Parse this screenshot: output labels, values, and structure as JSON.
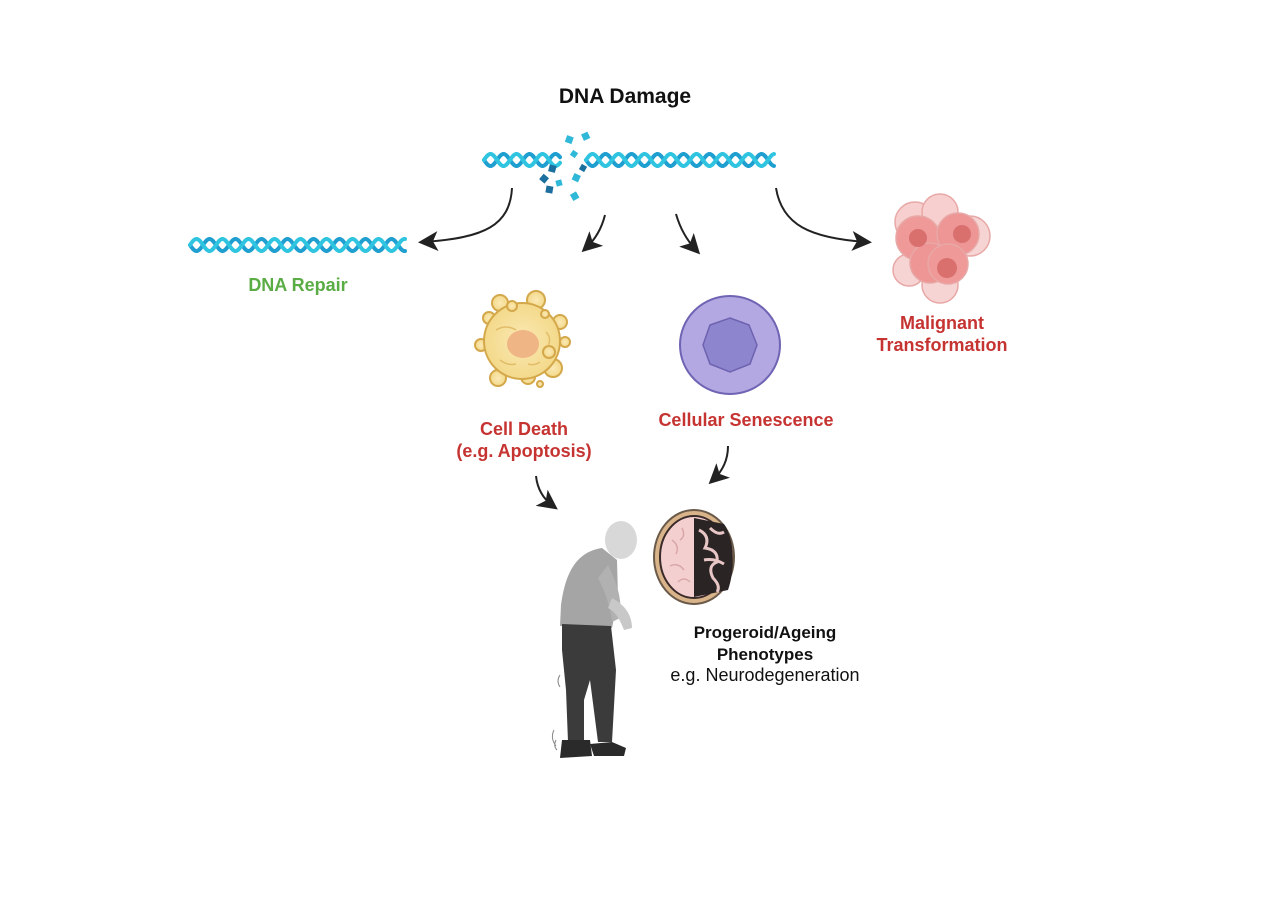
{
  "title": "DNA Damage",
  "outcomes": {
    "repair": "DNA Repair",
    "malignant_line1": "Malignant",
    "malignant_line2": "Transformation",
    "death_line1": "Cell Death",
    "death_line2": "(e.g. Apoptosis)",
    "senescence": "Cellular Senescence",
    "phenotype_line1": "Progeroid/Ageing",
    "phenotype_line2": "Phenotypes",
    "phenotype_example": "e.g. Neurodegeneration"
  },
  "colors": {
    "title": "#111111",
    "repair": "#5aac44",
    "adverse": "#c63432",
    "dna_strand_a": "#1f9fd0",
    "dna_strand_b": "#2fc4e0",
    "damage_fragments": "#1b6f9e",
    "apoptotic_cell": "#f6e3a6",
    "senescent_cell": "#a59ad8",
    "cancer_cell": "#ec8e8c",
    "person": "#9a9a9a",
    "arrow": "#222222"
  },
  "icons": [
    "dna-helix-icon",
    "apoptotic-cell-icon",
    "senescent-cell-icon",
    "tumor-cells-icon",
    "elderly-person-icon",
    "brain-atrophy-icon"
  ]
}
